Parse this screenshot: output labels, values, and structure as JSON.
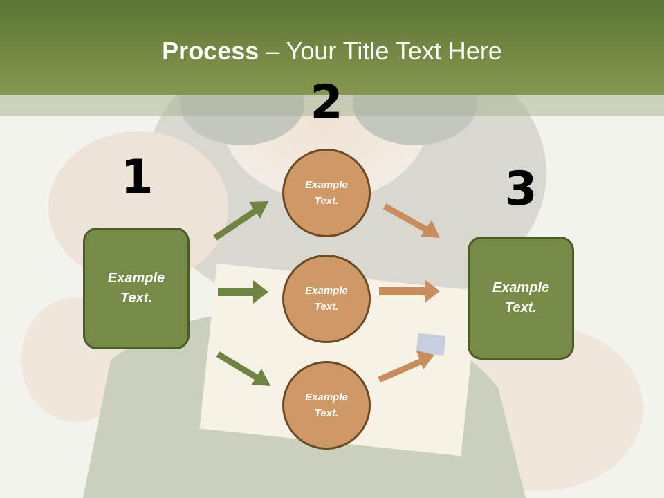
{
  "slide": {
    "title_bold": "Process",
    "title_rest": " – Your Title Text Here"
  },
  "steps": {
    "one": {
      "number": "1",
      "text": "Example Text."
    },
    "two": {
      "number": "2",
      "circles": [
        {
          "text": "Example Text."
        },
        {
          "text": "Example Text."
        },
        {
          "text": "Example Text."
        }
      ]
    },
    "three": {
      "number": "3",
      "text": "Example Text."
    }
  },
  "colors": {
    "header_dark": "#5b7535",
    "header_light": "#86984f",
    "green_box": "#778b49",
    "green_border": "#4a5c2a",
    "circle_fill": "#cf9966",
    "circle_border": "#6b4a25",
    "arrow_green": "#6f8441",
    "arrow_orange": "#c98c5a"
  }
}
